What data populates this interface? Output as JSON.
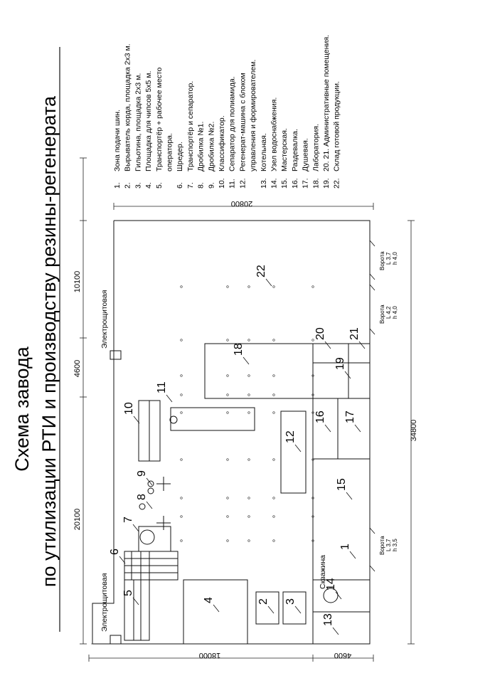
{
  "title": {
    "line1": "Схема завода",
    "line2": "по утилизации РТИ и производству резины-регенерата"
  },
  "legend": [
    {
      "num": "1.",
      "text": "Зона подачи шин."
    },
    {
      "num": "2.",
      "text": "Вырыватель корда, площадка 2х3 м."
    },
    {
      "num": "3.",
      "text": "Гильотина, площадка 2х3 м."
    },
    {
      "num": "4.",
      "text": "Площадка для чипсов 5х5 м."
    },
    {
      "num": "5.",
      "text": "Транспортёр + рабочее место"
    },
    {
      "num": "",
      "text": "оператора."
    },
    {
      "num": "6.",
      "text": "Шредер."
    },
    {
      "num": "7.",
      "text": "Транспортёр и сепаратор."
    },
    {
      "num": "8.",
      "text": "Дробилка №1."
    },
    {
      "num": "9.",
      "text": "Дробилка №2."
    },
    {
      "num": "10.",
      "text": "Классификатор."
    },
    {
      "num": "11.",
      "text": "Сепаратор для полиамида."
    },
    {
      "num": "12.",
      "text": "Регенерат-машина с блоком"
    },
    {
      "num": "",
      "text": "управления и формирователем."
    },
    {
      "num": "13.",
      "text": "Котельная."
    },
    {
      "num": "14.",
      "text": "Узел водоснабжения."
    },
    {
      "num": "15.",
      "text": "Мастерская."
    },
    {
      "num": "16.",
      "text": "Раздевалка."
    },
    {
      "num": "17.",
      "text": "Душевая."
    },
    {
      "num": "18.",
      "text": "Лаборатория."
    },
    {
      "num": "19.",
      "text": "20. 21. Административные помещения."
    },
    {
      "num": "22.",
      "text": "Склад готовой продукции."
    }
  ],
  "dimensions": {
    "total_length": "34800",
    "seg_left": "20100",
    "seg_mid": "4600",
    "seg_right": "10100",
    "width_main": "18000",
    "width_aux": "4600",
    "right_width": "20800"
  },
  "labels": {
    "elec_left": "Электрощитовая",
    "elec_right": "Электрощитовая",
    "well": "Скважина"
  },
  "gates": [
    {
      "title": "Ворота",
      "l": "L 3,7",
      "h": "h 3,5"
    },
    {
      "title": "Ворота",
      "l": "L 4,2",
      "h": "h 4,0"
    },
    {
      "title": "Ворота",
      "l": "L 3,7",
      "h": "h 4,0"
    }
  ],
  "zones": [
    "1",
    "2",
    "3",
    "4",
    "5",
    "6",
    "7",
    "8",
    "9",
    "10",
    "11",
    "12",
    "13",
    "14",
    "15",
    "16",
    "17",
    "18",
    "19",
    "20",
    "21",
    "22"
  ]
}
